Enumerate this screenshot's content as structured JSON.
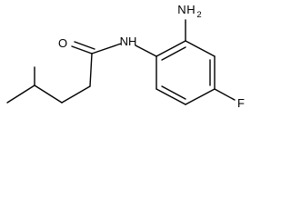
{
  "molecule": {
    "atom_labels": {
      "oxygen": "O",
      "amide_nh": "NH",
      "amino_n": "N",
      "amino_h": "H",
      "amino_h_count": "2",
      "fluorine": "F"
    }
  }
}
